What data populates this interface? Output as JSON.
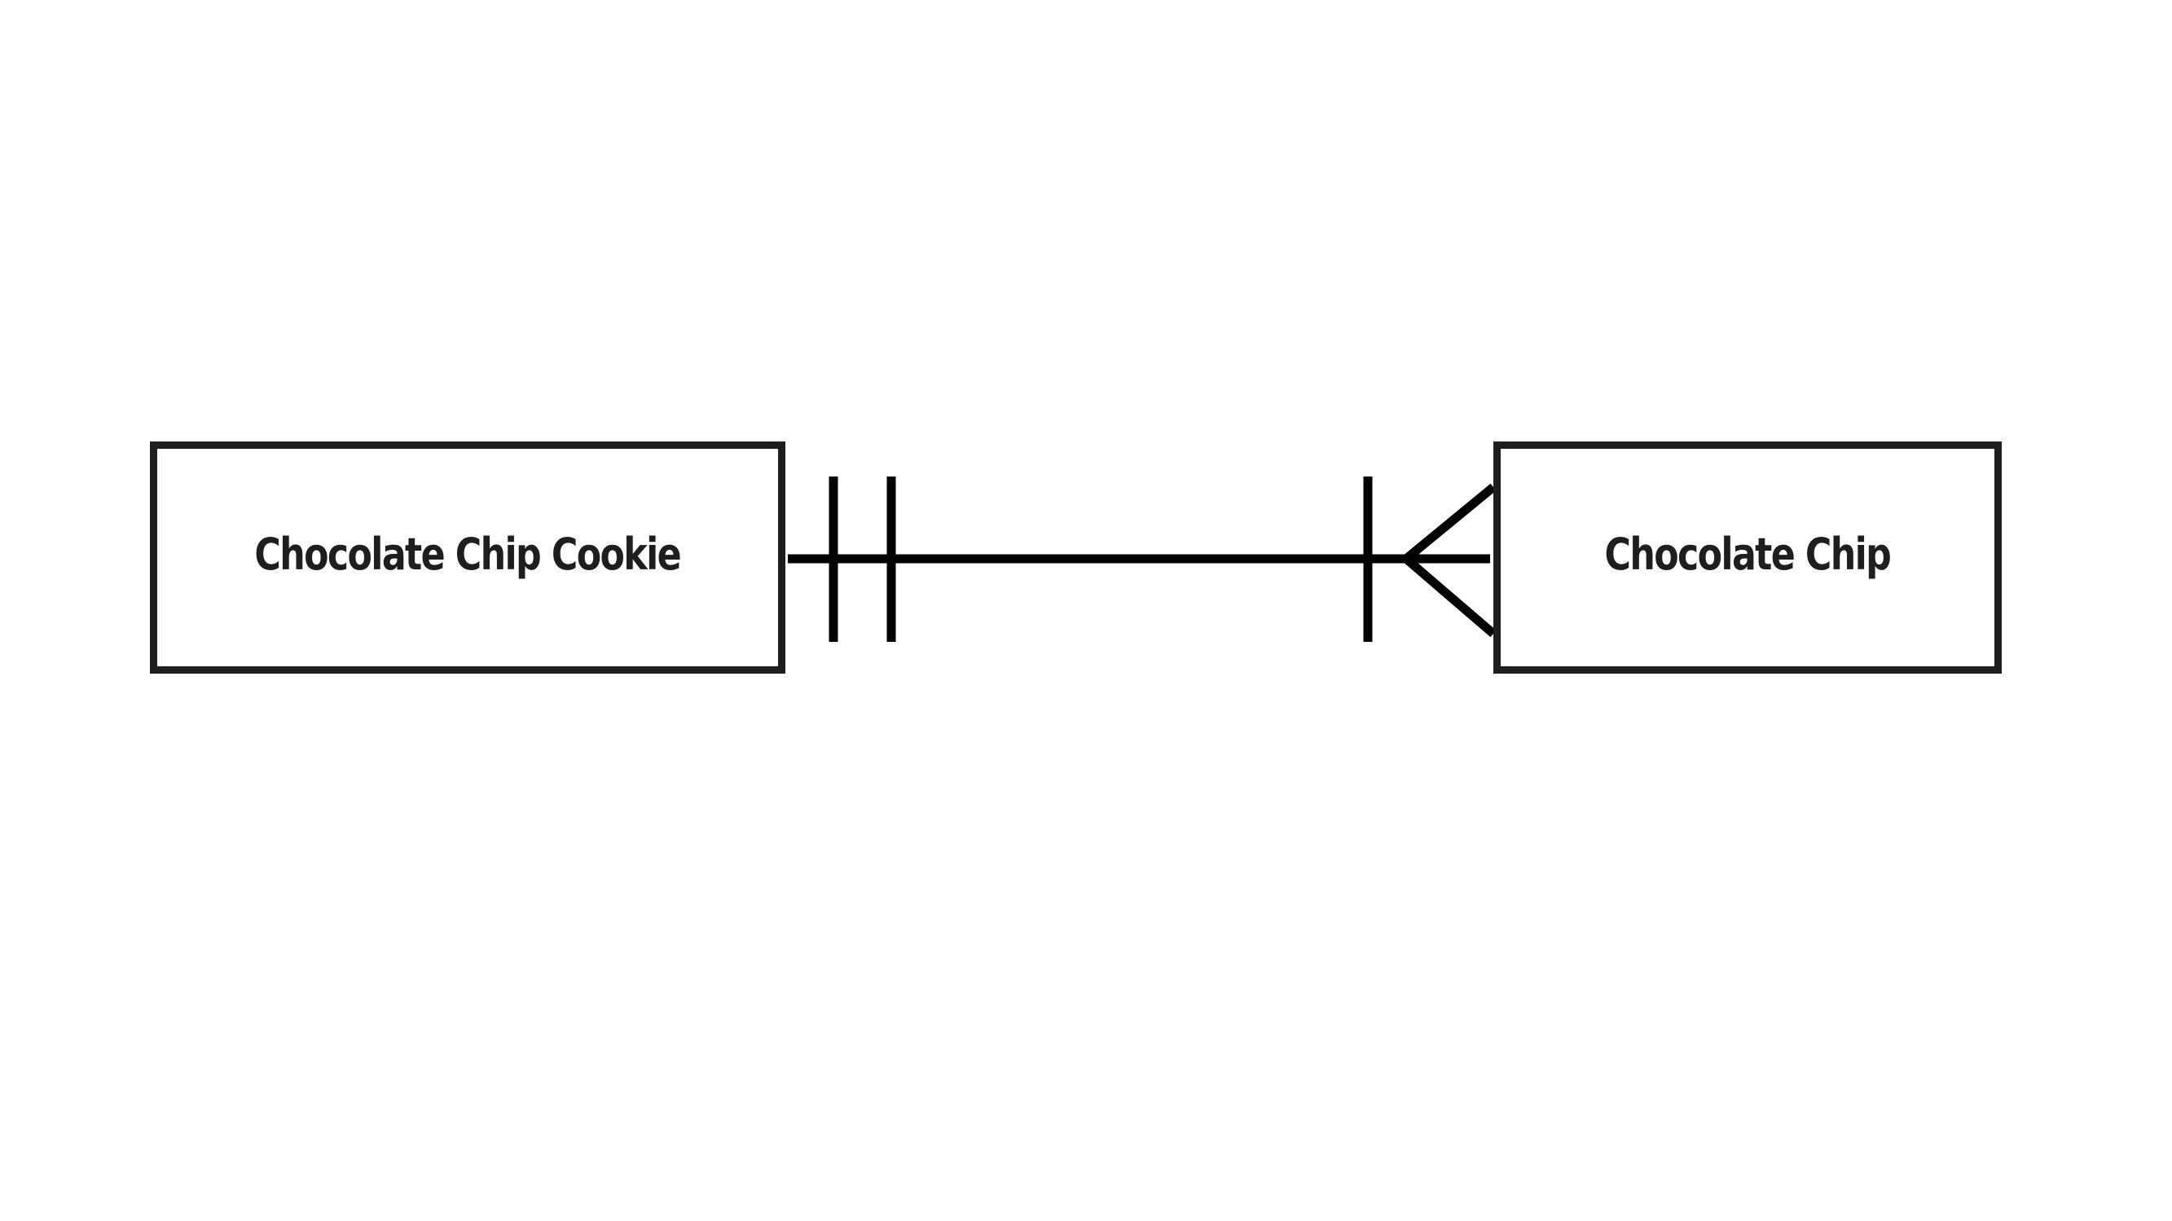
{
  "diagram": {
    "type": "entity-relationship",
    "entities": [
      {
        "id": "left",
        "label": "Chocolate Chip Cookie"
      },
      {
        "id": "right",
        "label": "Chocolate Chip"
      }
    ],
    "relationship": {
      "from": "Chocolate Chip Cookie",
      "to": "Chocolate Chip",
      "from_cardinality": "one-and-only-one",
      "to_cardinality": "one-or-many"
    },
    "colors": {
      "stroke": "#1e1e1e",
      "background": "#ffffff"
    }
  }
}
